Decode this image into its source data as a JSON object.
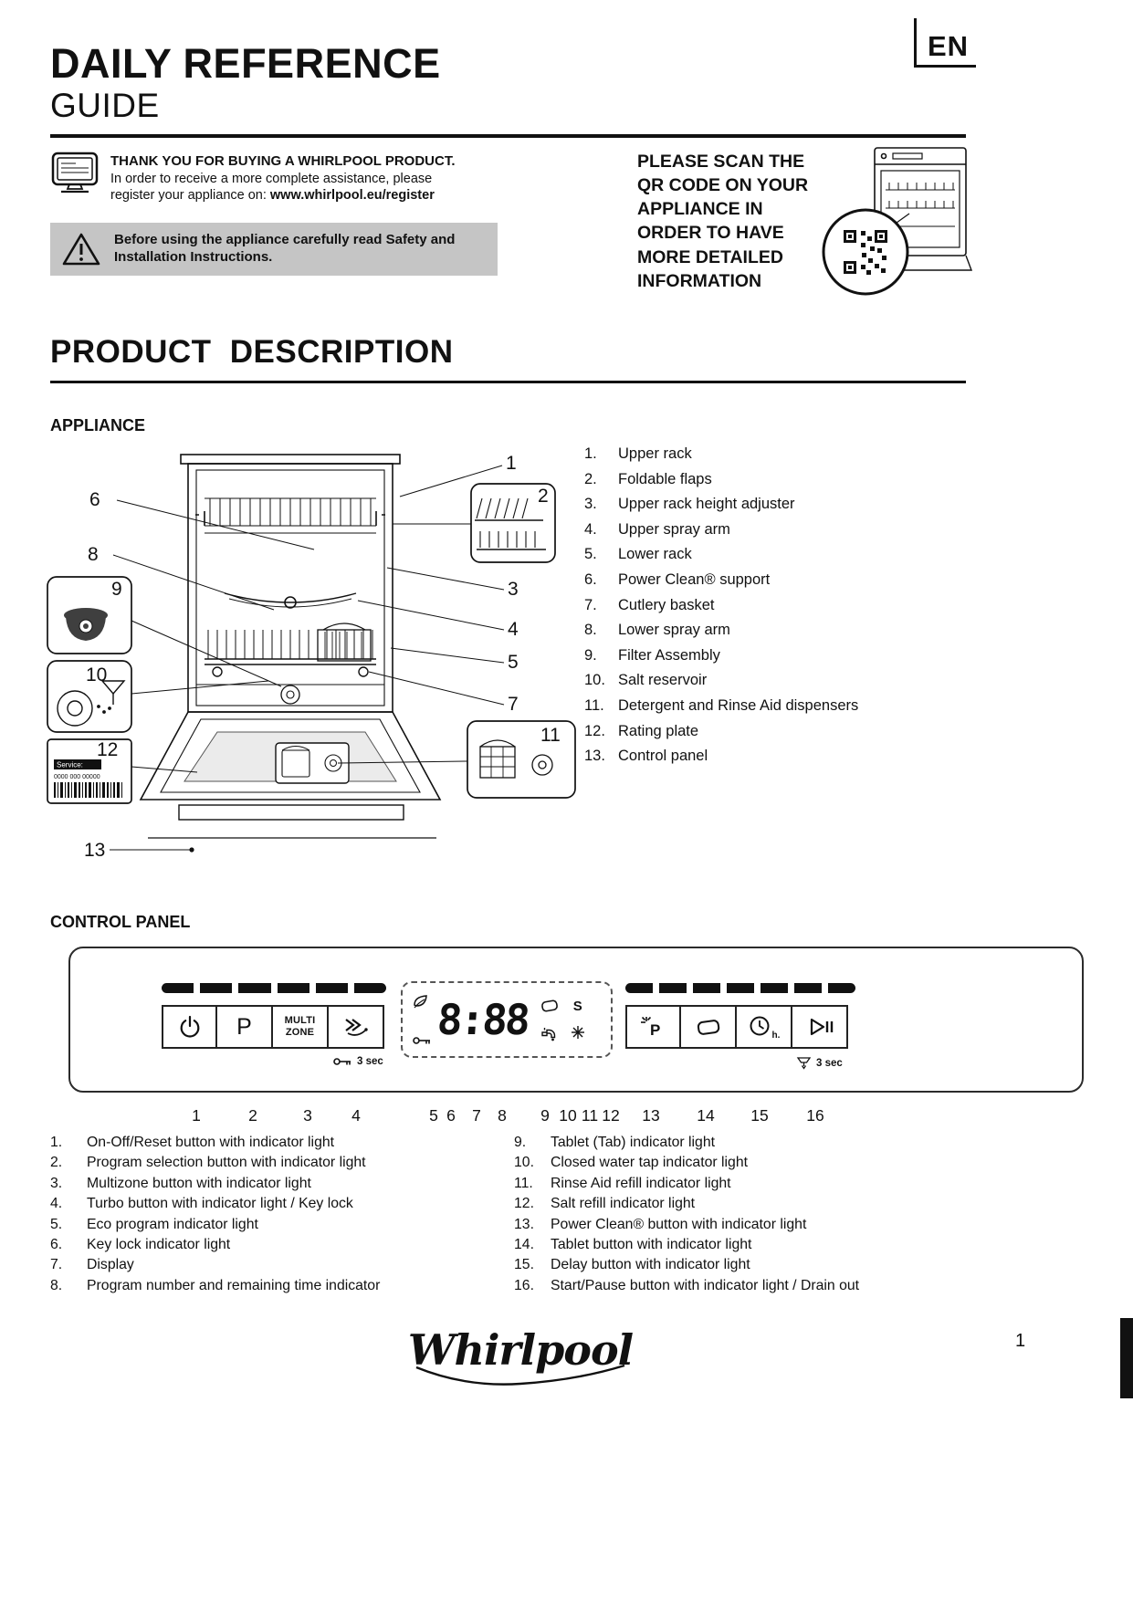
{
  "meta": {
    "lang": "EN",
    "page_number": "1"
  },
  "header": {
    "title_line1": "DAILY REFERENCE",
    "title_line2": "GUIDE"
  },
  "intro": {
    "thanks_title": "THANK YOU FOR BUYING A WHIRLPOOL PRODUCT.",
    "thanks_line1": "In order to receive a more complete assistance, please",
    "thanks_line2": "register your appliance on: ",
    "register_url": "www.whirlpool.eu/register",
    "warning": "Before using the appliance carefully read Safety and Installation Instructions.",
    "qr_note": "PLEASE SCAN THE QR CODE ON YOUR APPLIANCE IN ORDER TO HAVE MORE DETAILED INFORMATION"
  },
  "product_description": {
    "heading": "PRODUCT DESCRIPTION"
  },
  "appliance": {
    "heading": "APPLIANCE",
    "items": [
      {
        "num": "1.",
        "label": "Upper rack"
      },
      {
        "num": "2.",
        "label": "Foldable flaps"
      },
      {
        "num": "3.",
        "label": "Upper rack height adjuster"
      },
      {
        "num": "4.",
        "label": "Upper spray arm"
      },
      {
        "num": "5.",
        "label": "Lower rack"
      },
      {
        "num": "6.",
        "label": "Power Clean® support"
      },
      {
        "num": "7.",
        "label": "Cutlery basket"
      },
      {
        "num": "8.",
        "label": "Lower spray arm"
      },
      {
        "num": "9.",
        "label": "Filter Assembly"
      },
      {
        "num": "10.",
        "label": "Salt reservoir"
      },
      {
        "num": "11.",
        "label": "Detergent and Rinse Aid dispensers"
      },
      {
        "num": "12.",
        "label": "Rating plate"
      },
      {
        "num": "13.",
        "label": "Control panel"
      }
    ],
    "callouts": [
      "1",
      "2",
      "3",
      "4",
      "5",
      "6",
      "7",
      "8",
      "9",
      "10",
      "11",
      "12",
      "13"
    ],
    "rating_plate": {
      "line1": "Service:",
      "line2": "0000 000 00000"
    }
  },
  "control_panel": {
    "heading": "CONTROL PANEL",
    "program_label": "P",
    "multizone_line1": "MULTI",
    "multizone_line2": "ZONE",
    "display_value": "8:88",
    "salt_glyph": "S",
    "powerclean_label": "P",
    "delay_unit": "h.",
    "key_hold_label": "3 sec",
    "drain_hold_label": "3 sec",
    "callouts": [
      "1",
      "2",
      "3",
      "4",
      "5",
      "6",
      "7",
      "8",
      "9",
      "10",
      "11",
      "12",
      "13",
      "14",
      "15",
      "16"
    ],
    "legend_left": [
      {
        "num": "1.",
        "label": "On-Off/Reset button with indicator light"
      },
      {
        "num": "2.",
        "label": "Program selection button with indicator light"
      },
      {
        "num": "3.",
        "label": "Multizone button with indicator light"
      },
      {
        "num": "4.",
        "label": "Turbo button with indicator light / Key lock"
      },
      {
        "num": "5.",
        "label": "Eco program indicator light"
      },
      {
        "num": "6.",
        "label": "Key lock indicator light"
      },
      {
        "num": "7.",
        "label": "Display"
      },
      {
        "num": "8.",
        "label": "Program number and remaining time indicator"
      }
    ],
    "legend_right": [
      {
        "num": "9.",
        "label": "Tablet (Tab) indicator light"
      },
      {
        "num": "10.",
        "label": "Closed water tap indicator light"
      },
      {
        "num": "11.",
        "label": "Rinse Aid refill indicator light"
      },
      {
        "num": "12.",
        "label": "Salt refill indicator light"
      },
      {
        "num": "13.",
        "label": "Power Clean® button with indicator light"
      },
      {
        "num": "14.",
        "label": "Tablet button with indicator light"
      },
      {
        "num": "15.",
        "label": "Delay button with indicator light"
      },
      {
        "num": "16.",
        "label": "Start/Pause button with indicator light / Drain out"
      }
    ]
  },
  "footer": {
    "brand": "Whirlpool",
    "page_number": "1"
  }
}
